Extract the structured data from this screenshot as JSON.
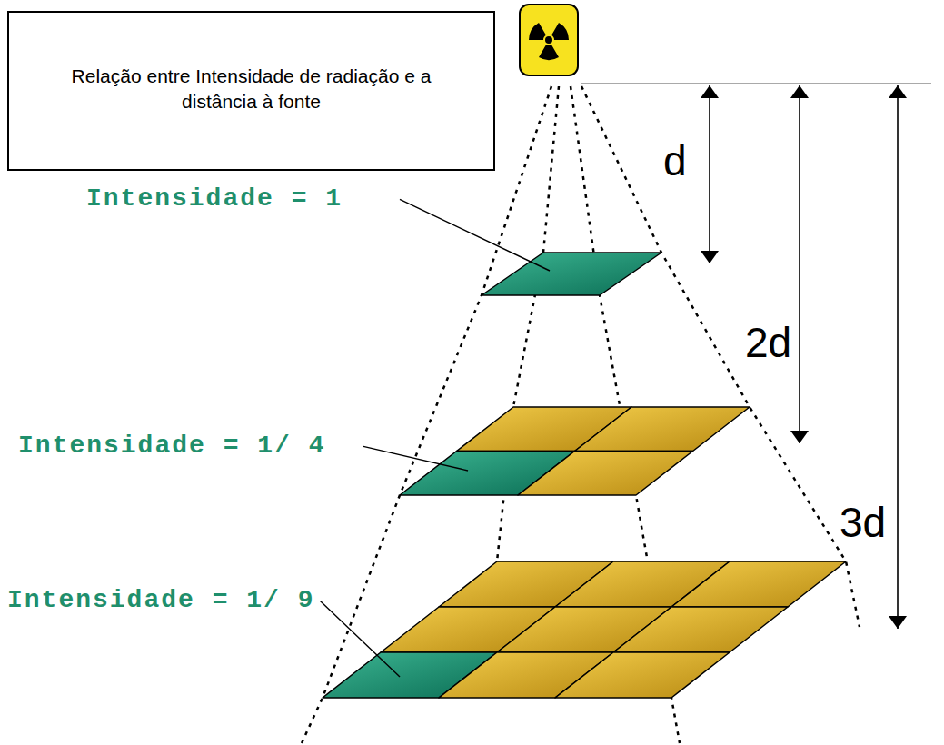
{
  "diagram": {
    "title": "Relação entre Intensidade de radiação e a distância à fonte",
    "labels": [
      "Intensidade = 1",
      "d",
      "2d",
      "Intensidade = 1/ 4",
      "3d",
      "Intensidade = 1/ 9"
    ]
  }
}
